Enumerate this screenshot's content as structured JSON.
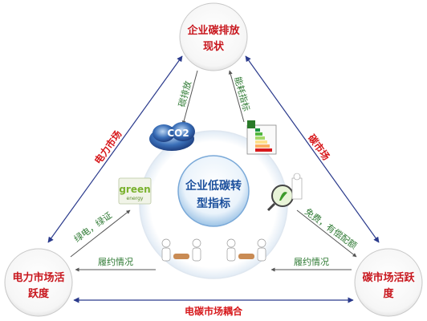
{
  "nodes": {
    "top": {
      "line1": "企业碳排放",
      "line2": "现状"
    },
    "left": {
      "line1": "电力市场活",
      "line2": "跃度"
    },
    "right": {
      "line1": "碳市场活跃",
      "line2": "度"
    }
  },
  "center": {
    "line1": "企业低碳转",
    "line2": "型指标"
  },
  "edges": {
    "left_side": "电力市场",
    "right_side": "碳市场",
    "bottom_side": "电碳市场耦合"
  },
  "inner": {
    "carbon_emission": "碳排放",
    "energy_index": "能耗指标",
    "green_cert": "绿电，绿证",
    "free_paid_quota": "免费，有偿配额",
    "performance_left": "履约情况",
    "performance_right": "履约情况"
  },
  "icons": {
    "co2_cloud": "CO2",
    "green_energy_word": "green",
    "green_energy_sub": "energy"
  },
  "colors": {
    "node_text": "#c8161d",
    "edge_red": "#d7191c",
    "edge_green": "#2f7a34",
    "center_text": "#1b4f9c",
    "arrow": "#2a3a8c"
  }
}
